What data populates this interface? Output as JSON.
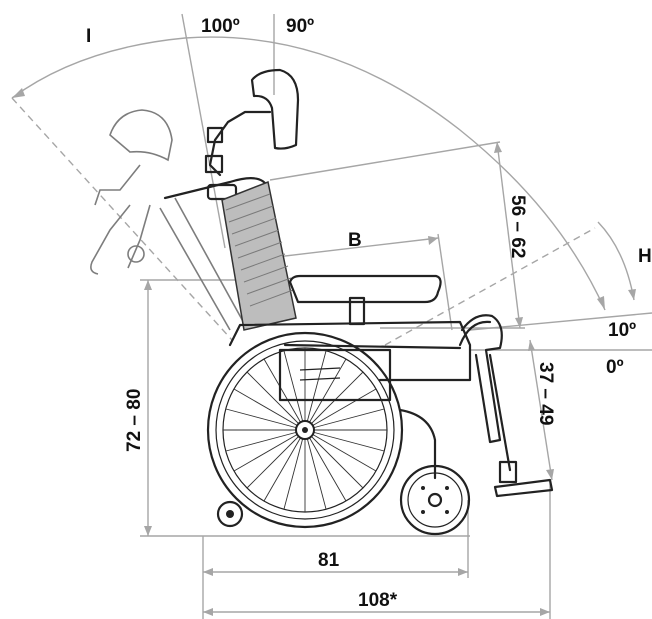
{
  "labels": {
    "angle_100": "100º",
    "angle_90": "90º",
    "recline_i": "I",
    "tilt_h": "H",
    "depth_b": "B",
    "back_height": "56 – 62",
    "angle_10": "10º",
    "angle_0": "0º",
    "leg_length": "37 – 49",
    "seat_height": "72 – 80",
    "base_length": "81",
    "overall_length": "108*"
  }
}
